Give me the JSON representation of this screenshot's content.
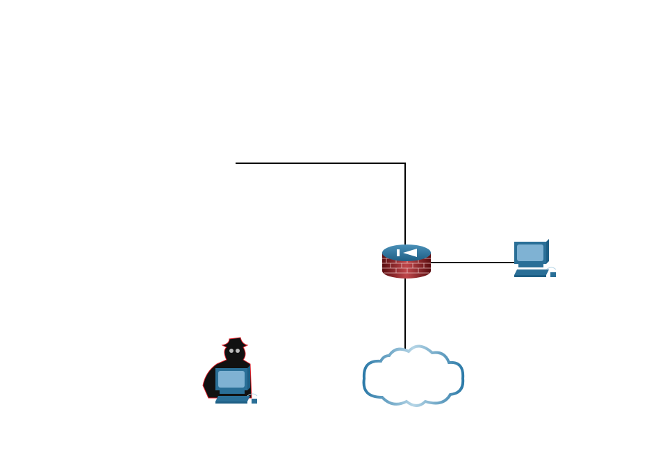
{
  "diagram": {
    "nodes": [
      {
        "id": "firewall",
        "icon": "firewall-icon"
      },
      {
        "id": "pc",
        "icon": "pc-icon"
      },
      {
        "id": "attacker",
        "icon": "hacker-pc-icon"
      },
      {
        "id": "internet",
        "icon": "cloud-icon"
      }
    ],
    "links": [
      {
        "from": "firewall",
        "to": "offscreen-left"
      },
      {
        "from": "firewall",
        "to": "pc"
      },
      {
        "from": "firewall",
        "to": "internet"
      }
    ],
    "colors": {
      "device_blue": "#2a6f97",
      "screen_blue": "#7fb2d3",
      "brick_red": "#9b2226",
      "cloud_stroke": "#3a86b0",
      "link": "#000000"
    }
  }
}
